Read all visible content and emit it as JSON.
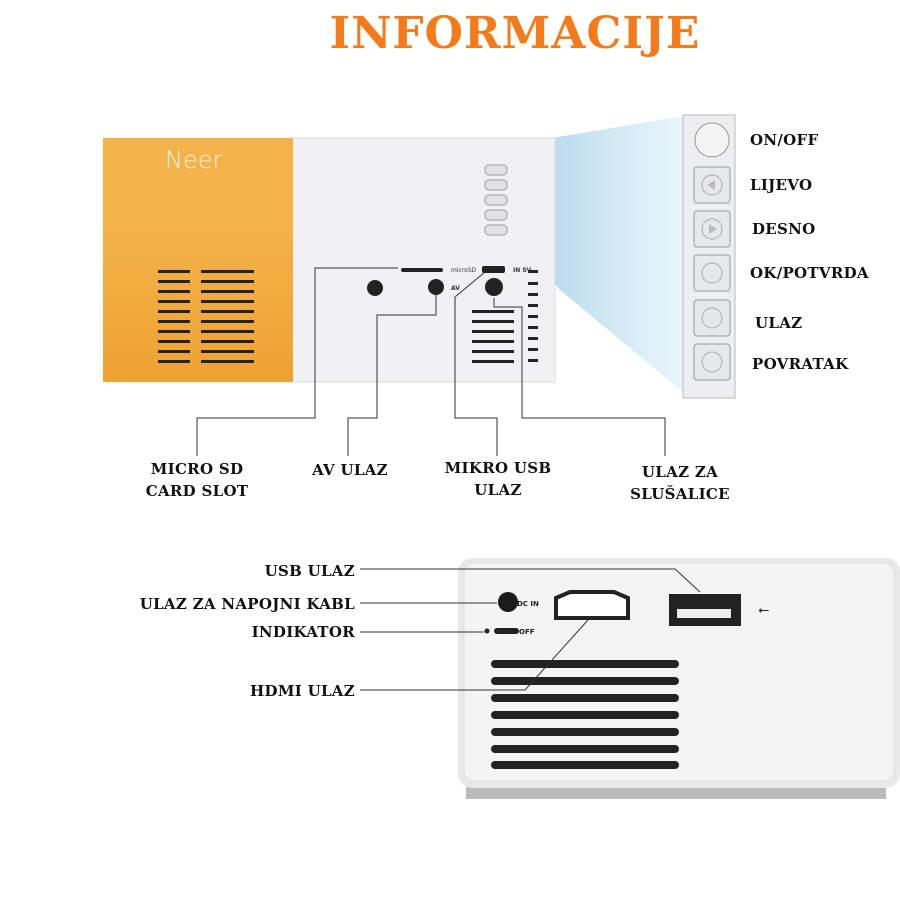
{
  "title": "INFORMACIJE",
  "brand_logo": "Neer",
  "port_markings": {
    "microsd": "microSD",
    "in5v": "IN 5V",
    "av": "AV",
    "dc_in": "DC IN",
    "off": "OFF"
  },
  "buttons": [
    {
      "label": "ON/OFF",
      "icon": "power-button"
    },
    {
      "label": "LIJEVO",
      "icon": "left-arrow"
    },
    {
      "label": "DESNO",
      "icon": "right-arrow"
    },
    {
      "label": "OK/POTVRDA",
      "icon": "ok"
    },
    {
      "label": "ULAZ",
      "icon": "input"
    },
    {
      "label": "POVRATAK",
      "icon": "return"
    }
  ],
  "side_ports": {
    "microsd": [
      "MICRO SD",
      "CARD SLOT"
    ],
    "av": "AV ULAZ",
    "microusb": [
      "MIKRO USB",
      "ULAZ"
    ],
    "headphones": [
      "ULAZ ZA",
      "SLUŠALICE"
    ]
  },
  "back_ports": {
    "usb": "USB ULAZ",
    "power": "ULAZ ZA NAPOJNI KABL",
    "indicator": "INDIKATOR",
    "hdmi": "HDMI ULAZ"
  },
  "colors": {
    "title": "#f47a1a",
    "orange": "#f2a93b",
    "beam": "#a9d6ee"
  }
}
